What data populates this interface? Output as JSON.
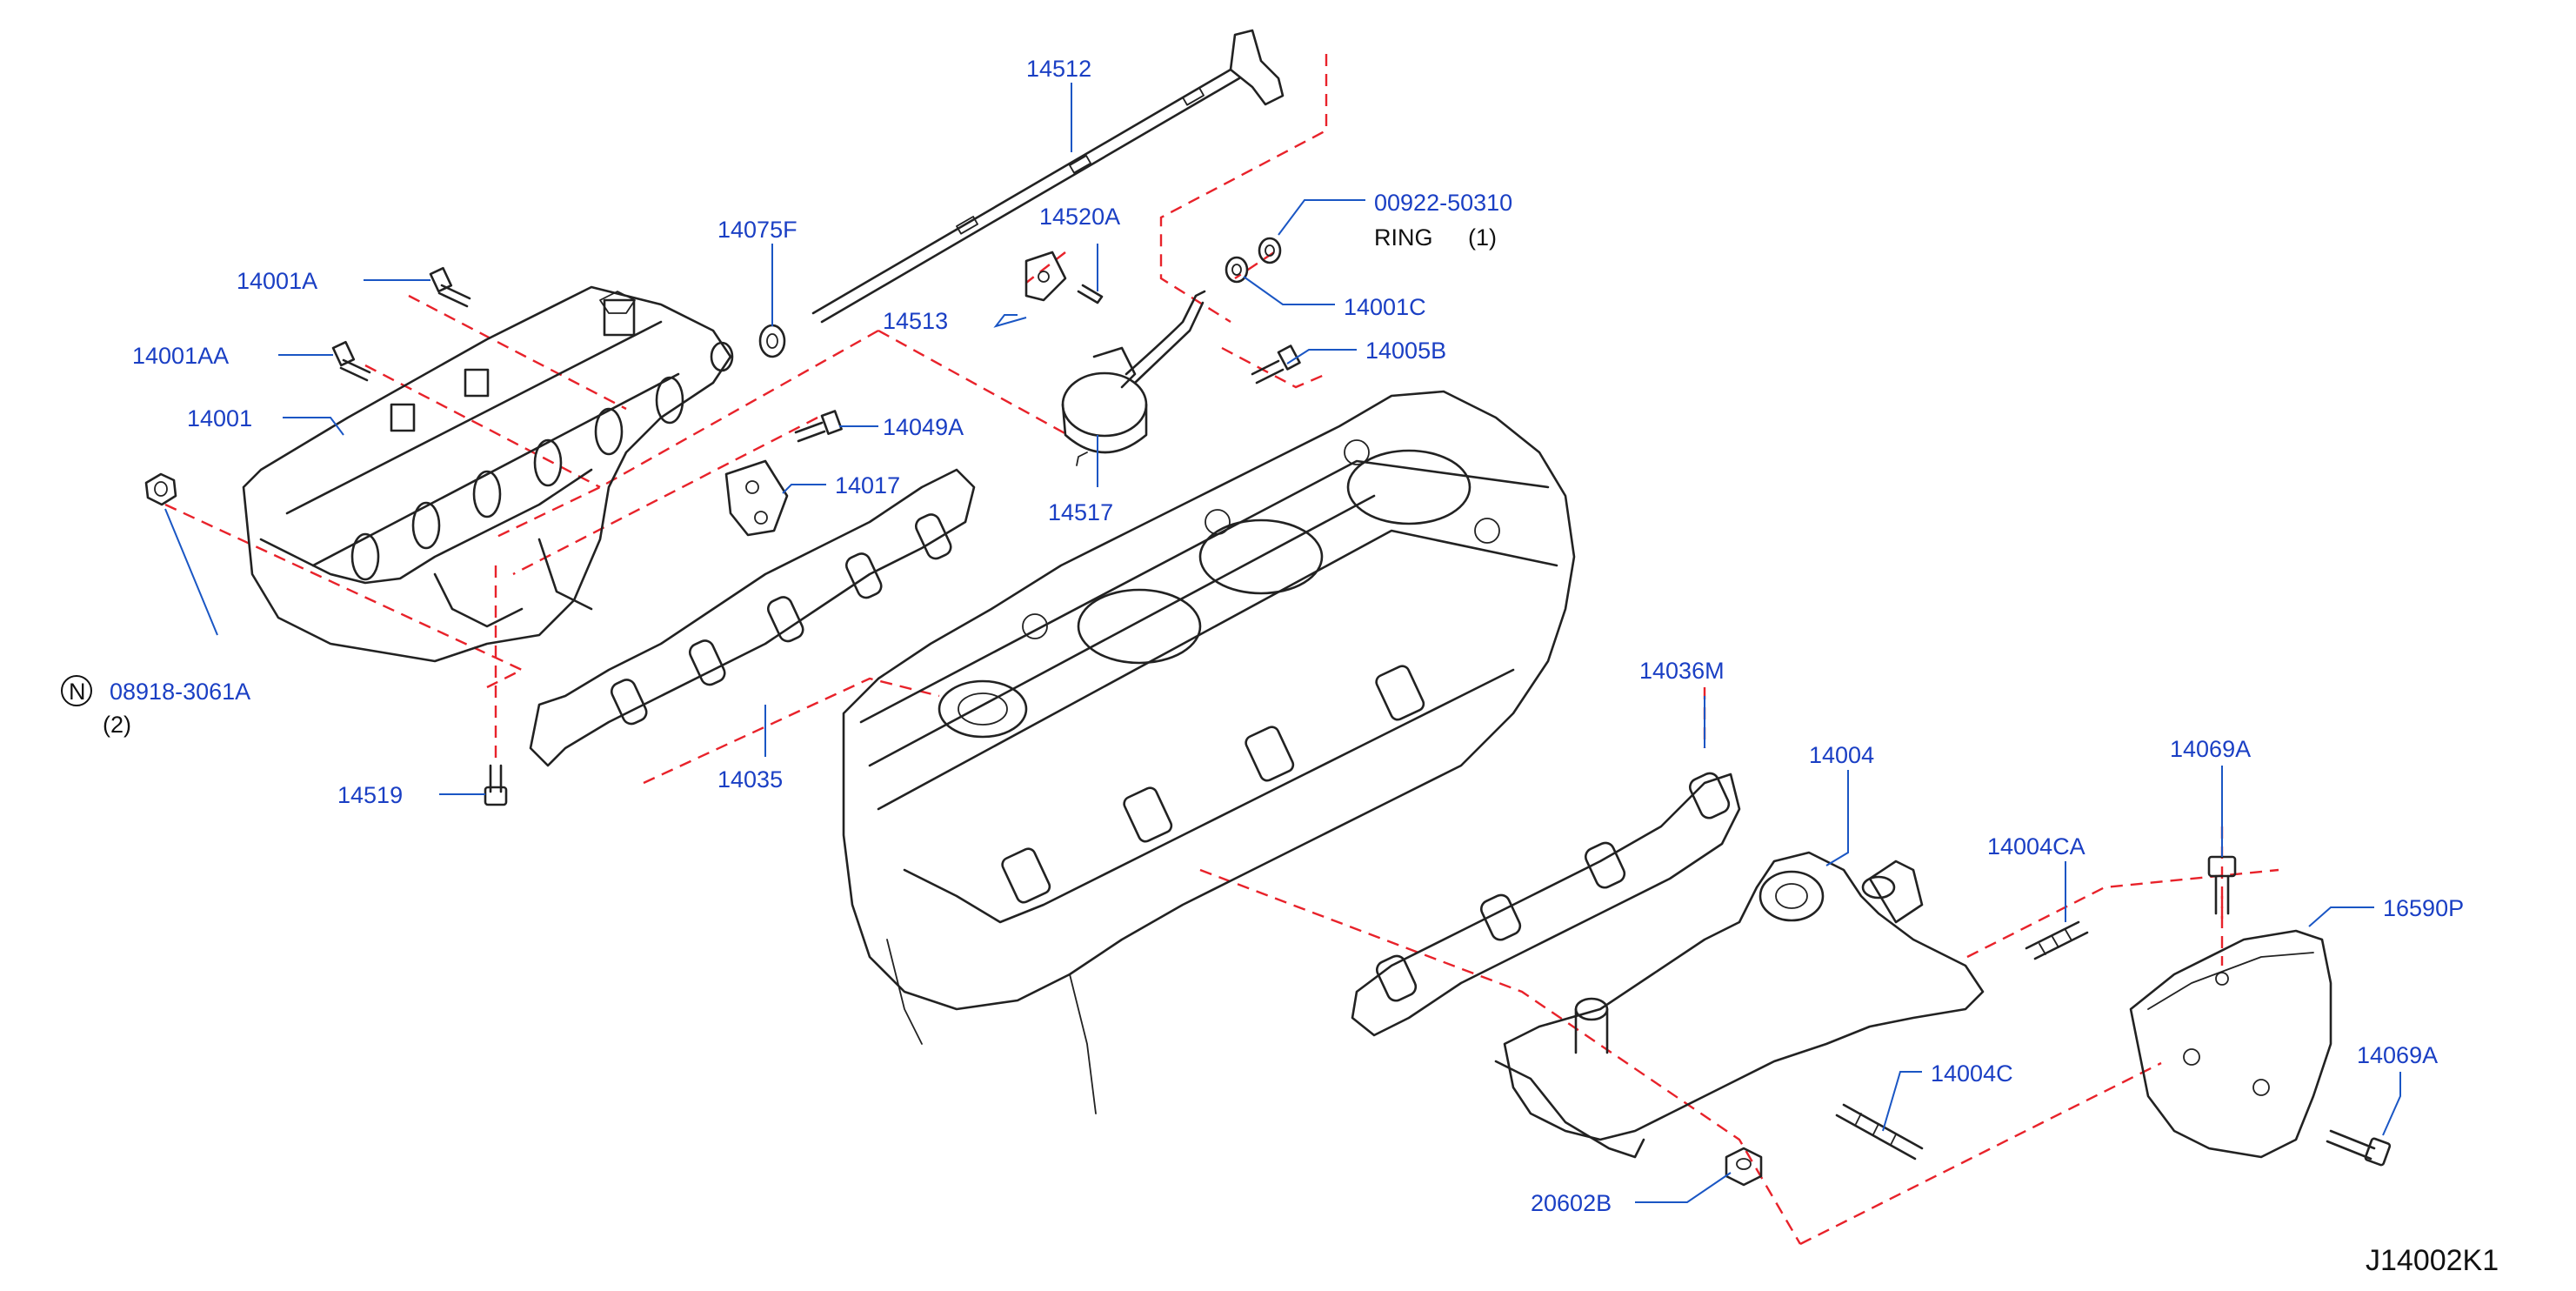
{
  "diagram_code": "J14002K1",
  "colors": {
    "part_number": "#1a3fc4",
    "note_text": "#111111",
    "center_line": "#e8222a"
  },
  "labels": {
    "p14512": "14512",
    "p00922_50310": "00922-50310",
    "ring_note": "RING",
    "ring_qty": "(1)",
    "p14075F": "14075F",
    "p14520A": "14520A",
    "p14001A": "14001A",
    "p14513": "14513",
    "p14001C": "14001C",
    "p14001AA": "14001AA",
    "p14005B": "14005B",
    "p14001": "14001",
    "p14049A": "14049A",
    "p14017": "14017",
    "p14517": "14517",
    "p08918": "08918-3061A",
    "n_symbol": "N",
    "qty2": "(2)",
    "p14036M": "14036M",
    "p14519": "14519",
    "p14035": "14035",
    "p14004": "14004",
    "p14069A_top": "14069A",
    "p14004CA": "14004CA",
    "p16590P": "16590P",
    "p14004C": "14004C",
    "p14069A_bottom": "14069A",
    "p20602B": "20602B"
  }
}
